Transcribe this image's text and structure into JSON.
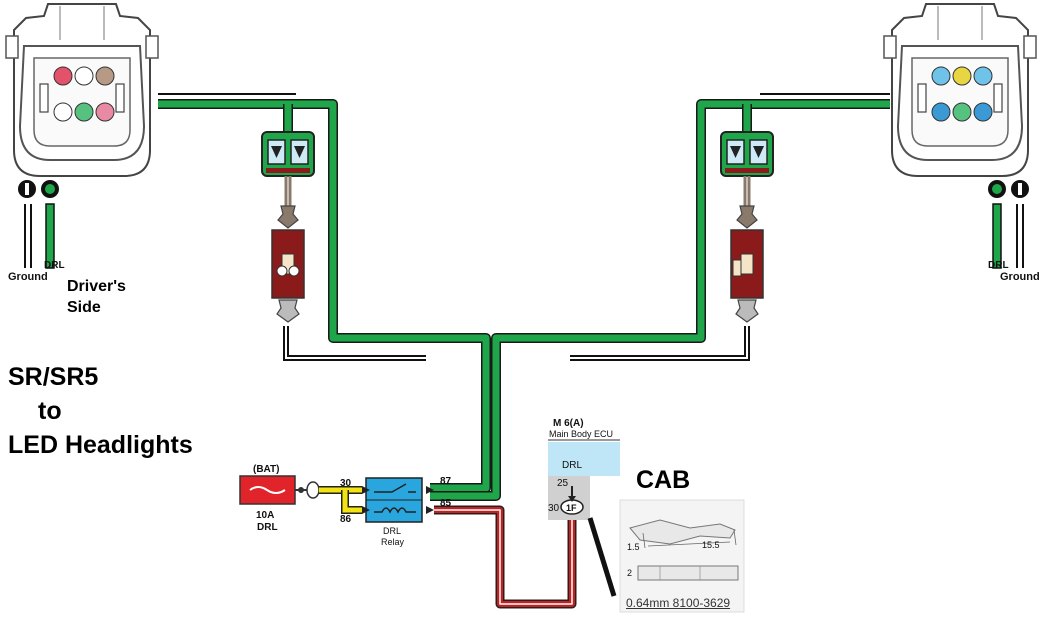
{
  "title": {
    "line1": "SR/SR5",
    "line2": "to",
    "line3": "LED Headlights"
  },
  "drivers_side": {
    "line1": "Driver's",
    "line2": "Side"
  },
  "left_pins": {
    "ground": "Ground",
    "drl": "DRL"
  },
  "right_pins": {
    "drl": "DRL",
    "ground": "Ground"
  },
  "fuse": {
    "top": "(BAT)",
    "rating": "10A",
    "name": "DRL"
  },
  "relay": {
    "name1": "DRL",
    "name2": "Relay",
    "pin30": "30",
    "pin86": "86",
    "pin87": "87",
    "pin85": "85"
  },
  "ecu": {
    "id": "M 6(A)",
    "name": "Main Body ECU",
    "signal": "DRL",
    "pin25": "25",
    "pin30": "30",
    "connector": "1F"
  },
  "cab": {
    "label": "CAB"
  },
  "terminal": {
    "dim_a": "1.5",
    "dim_b": "15.5",
    "dim_c": "2",
    "part": "0.64mm 8100-3629"
  },
  "colors": {
    "green": "#1fa64a",
    "relay_blue": "#2aa6de",
    "fuse_red": "#e0242a",
    "yellow": "#f2e313",
    "wire_red": "#c81e1e",
    "ecu_blue": "#bfe6f6",
    "resistor": "#8b1a1a"
  }
}
